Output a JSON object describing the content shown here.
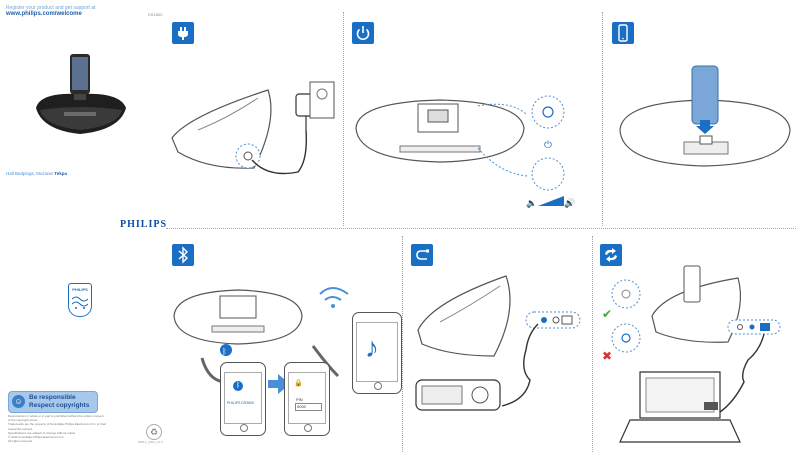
{
  "sidebar": {
    "register_line": "Register your product and get support at",
    "register_url": "www.philips.com/welcome",
    "model_code": "DS1600",
    "product_name_prefix": "Hall Bedpings, Muziuse",
    "product_name_suffix": "Tekpa",
    "responsible_line1": "Be responsible",
    "responsible_line2": "Respect copyrights",
    "legal_lines": [
      "Reproduction in whole or in part is prohibited without the written consent",
      "of the copyright owner.",
      "Trademarks are the property of Koninklijke Philips Electronics N.V. or their",
      "respective owners.",
      "Specifications are subject to change without notice.",
      "© 2011 Koninklijke Philips Electronics N.V.",
      "All rights reserved."
    ],
    "doc_number": "SMIL1_QSG_V1.0"
  },
  "brand": {
    "name": "PHILIPS",
    "shield_text": "PHILIPS"
  },
  "steps": [
    {
      "id": "power",
      "icon": "power-plug-icon"
    },
    {
      "id": "standby",
      "icon": "power-button-icon"
    },
    {
      "id": "dock",
      "icon": "phone-icon"
    },
    {
      "id": "bluetooth",
      "icon": "bluetooth-icon"
    },
    {
      "id": "aux",
      "icon": "aux-cable-icon"
    },
    {
      "id": "update",
      "icon": "sync-arrows-icon"
    }
  ],
  "bt_screens": {
    "device_name": "PHILIPS DS3600",
    "pin_label": "PIN",
    "pin_value": "0000"
  },
  "colors": {
    "brand_blue": "#1a6fc4",
    "accent_light_blue": "#6fa8dc",
    "check_green": "#3aaa35",
    "cross_red": "#e03030"
  }
}
